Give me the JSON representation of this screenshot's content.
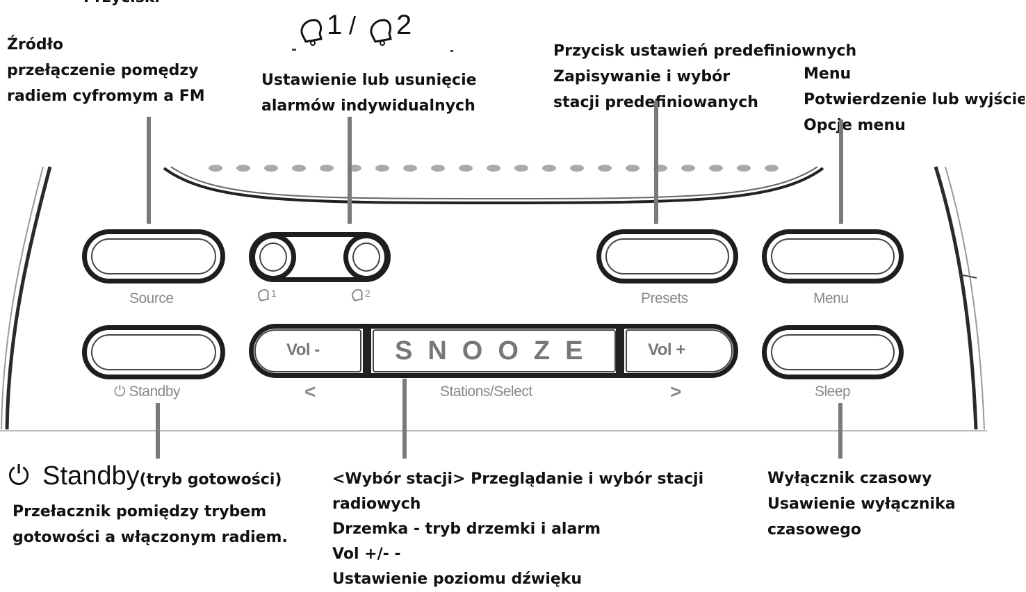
{
  "header_fragment": "Przyciski",
  "top_alarm_symbols": {
    "a1": "1",
    "slash": "/",
    "a2": "2"
  },
  "labels": {
    "source": [
      "Źródło",
      "przełączenie pomędzy",
      "radiem cyfromym a FM"
    ],
    "alarm": [
      "Ustawienie lub usunięcie",
      "alarmów indywidualnych"
    ],
    "presets": [
      "Przycisk ustawień predefiniownych",
      "Zapisywanie i wybór",
      "stacji predefiniowanych"
    ],
    "menu": [
      "Menu",
      "Potwierdzenie lub wyjście",
      "Opcje menu"
    ],
    "standby_title": "Standby",
    "standby_subtitle": "(tryb gotowości)",
    "standby": [
      "Przełacznik pomiędzy trybem",
      "gotowości a włączonym radiem."
    ],
    "stations": [
      "<Wybór stacji> Przeglądanie i wybór stacji",
      "radiowych",
      "Drzemka - tryb drzemki i alarm",
      "Vol +/-  -",
      "Ustawienie poziomu dźwięku"
    ],
    "sleep": [
      "Wyłącznik czasowy",
      "Usawienie wyłącznika",
      "czasowego"
    ]
  },
  "device": {
    "source": "Source",
    "alarm1": "1",
    "alarm2": "2",
    "presets": "Presets",
    "menu": "Menu",
    "standby": "Standby",
    "vol_minus": "Vol -",
    "snooze": "SNOOZE",
    "vol_plus": "Vol +",
    "left_arrow": "<",
    "stations_select": "Stations/Select",
    "right_arrow": ">",
    "sleep": "Sleep"
  }
}
